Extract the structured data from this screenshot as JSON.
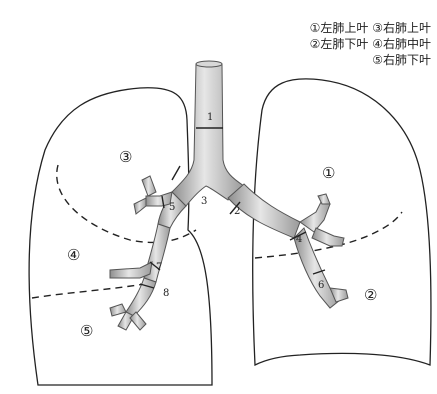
{
  "legend": {
    "row1": "①左肺上叶 ③右肺上叶",
    "row2": "②左肺下叶 ④右肺中叶",
    "row3": "⑤右肺下叶"
  },
  "regions": {
    "r1": "①",
    "r2": "②",
    "r3": "③",
    "r4": "④",
    "r5": "⑤"
  },
  "segments": {
    "s1": "1",
    "s2": "2",
    "s3": "3",
    "s4": "4",
    "s5": "5",
    "s6": "6",
    "s7": "7",
    "s8": "8"
  },
  "colors": {
    "airway_fill": "#b8b8b8",
    "airway_highlight": "#e2e2e2",
    "outline": "#222222"
  }
}
